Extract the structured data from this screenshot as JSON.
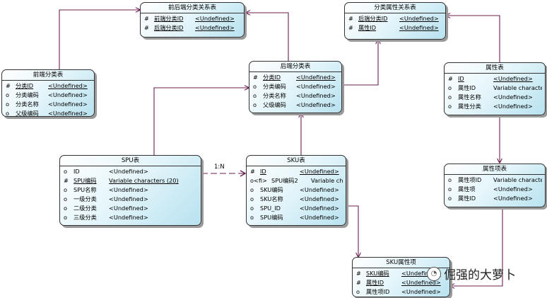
{
  "diagram": {
    "colors": {
      "line": "#6b1f52",
      "border": "#333333",
      "fill_light": "#ffffff",
      "fill_dark": "#b8e2f0"
    },
    "relation_label": "1:N",
    "watermark_text": "倔强的大萝卜",
    "watermark_icon": "wechat-icon",
    "entities": [
      {
        "id": "front_back_rel",
        "title": "前后端分类关系表",
        "rows": [
          {
            "key": "#",
            "name": "前端分类ID",
            "type": "<Undefined>",
            "underline": true
          },
          {
            "key": "#",
            "name": "后端分类ID",
            "type": "<Undefined>",
            "underline": true
          }
        ]
      },
      {
        "id": "front_category",
        "title": "前端分类表",
        "rows": [
          {
            "key": "#",
            "name": "分类ID",
            "type": "<Undefined>",
            "underline": true
          },
          {
            "key": "o",
            "name": "分类编码",
            "type": "<Undefined>",
            "underline": false
          },
          {
            "key": "o",
            "name": "分类名称",
            "type": "<Undefined>",
            "underline": false
          },
          {
            "key": "o",
            "name": "父级编码",
            "type": "<Undefined>",
            "underline": false
          }
        ]
      },
      {
        "id": "back_category",
        "title": "后端分类表",
        "rows": [
          {
            "key": "#",
            "name": "分类ID",
            "type": "<Undefined>",
            "underline": true
          },
          {
            "key": "o",
            "name": "分类编码",
            "type": "<Undefined>",
            "underline": false
          },
          {
            "key": "o",
            "name": "分类名称",
            "type": "<Undefined>",
            "underline": false
          },
          {
            "key": "o",
            "name": "父级编码",
            "type": "<Undefined>",
            "underline": false
          }
        ]
      },
      {
        "id": "category_attr_rel",
        "title": "分类属性关系表",
        "rows": [
          {
            "key": "#",
            "name": "后端分类ID",
            "type": "<Undefined>",
            "underline": true
          },
          {
            "key": "#",
            "name": "属性ID",
            "type": "<Undefined>",
            "underline": true
          }
        ]
      },
      {
        "id": "attribute",
        "title": "属性表",
        "rows": [
          {
            "key": "#",
            "name": "ID",
            "type": "<Undefined>",
            "underline": true
          },
          {
            "key": "o",
            "name": "属性ID",
            "type": "Variable characters",
            "underline": false
          },
          {
            "key": "o",
            "name": "属性名称",
            "type": "<Undefined>",
            "underline": false
          },
          {
            "key": "o",
            "name": "属性分类",
            "type": "<Undefined>",
            "underline": false
          }
        ]
      },
      {
        "id": "spu",
        "title": "SPU表",
        "rows": [
          {
            "key": "o",
            "name": "ID",
            "type": "<Undefined>",
            "underline": false
          },
          {
            "key": "#",
            "name": "SPU编码",
            "type": "Variable characters (20)",
            "underline": true
          },
          {
            "key": "o",
            "name": "SPU名称",
            "type": "<Undefined>",
            "underline": false
          },
          {
            "key": "o",
            "name": "一级分类",
            "type": "<Undefined>",
            "underline": false
          },
          {
            "key": "o",
            "name": "二级分类",
            "type": "<Undefined>",
            "underline": false
          },
          {
            "key": "o",
            "name": "三级分类",
            "type": "<Undefined>",
            "underline": false
          }
        ]
      },
      {
        "id": "sku",
        "title": "SKU表",
        "rows": [
          {
            "key": "#",
            "name": "ID",
            "type": "<Undefined>",
            "underline": true
          },
          {
            "key": "o<fi>",
            "name": "SPU编码2",
            "type": "Variable characters",
            "underline": false
          },
          {
            "key": "o",
            "name": "SKU编码",
            "type": "<Undefined>",
            "underline": false
          },
          {
            "key": "o",
            "name": "SKU名称",
            "type": "<Undefined>",
            "underline": false
          },
          {
            "key": "o",
            "name": "SPU_ID",
            "type": "<Undefined>",
            "underline": false
          },
          {
            "key": "o",
            "name": "SPU编码",
            "type": "<Undefined>",
            "underline": false
          }
        ]
      },
      {
        "id": "attr_item",
        "title": "属性项表",
        "rows": [
          {
            "key": "o",
            "name": "属性项ID",
            "type": "Variable characters",
            "underline": false
          },
          {
            "key": "o",
            "name": "属性项",
            "type": "<Undefined>",
            "underline": false
          },
          {
            "key": "o",
            "name": "属性ID",
            "type": "<Undefined>",
            "underline": false
          }
        ]
      },
      {
        "id": "sku_attr_item",
        "title": "SKU属性项",
        "rows": [
          {
            "key": "#",
            "name": "SKU编码",
            "type": "<Undefined>",
            "underline": true
          },
          {
            "key": "#",
            "name": "属性ID",
            "type": "<Undefined>",
            "underline": true
          },
          {
            "key": "o",
            "name": "属性项ID",
            "type": "<Undefined>",
            "underline": false
          }
        ]
      }
    ]
  }
}
